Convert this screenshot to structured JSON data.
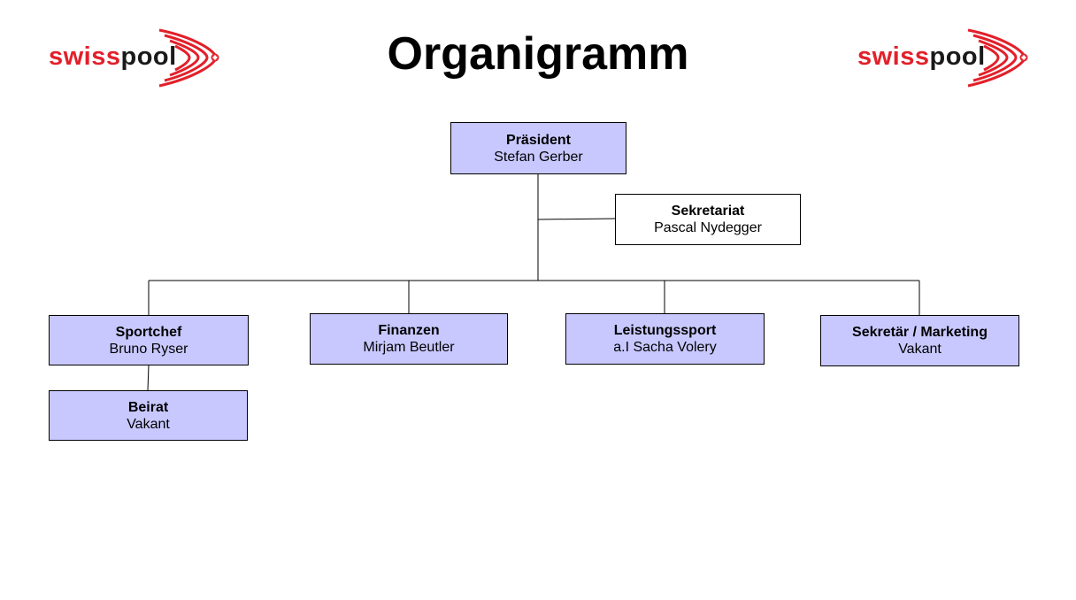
{
  "title": "Organigramm",
  "logo": {
    "text_swiss": "swiss",
    "text_pool": "pool",
    "brand_red": "#e2202a",
    "brand_dark": "#1a1a1a"
  },
  "colors": {
    "box_fill": "#c8c8ff",
    "secretariat_fill": "#ffffff",
    "line": "#000000"
  },
  "nodes": {
    "president": {
      "role": "Präsident",
      "name": "Stefan Gerber"
    },
    "secretariat": {
      "role": "Sekretariat",
      "name": "Pascal Nydegger"
    },
    "sportchef": {
      "role": "Sportchef",
      "name": "Bruno Ryser"
    },
    "finanzen": {
      "role": "Finanzen",
      "name": "Mirjam Beutler"
    },
    "leistungssport": {
      "role": "Leistungssport",
      "name": "a.I Sacha Volery"
    },
    "marketing": {
      "role": "Sekretär / Marketing",
      "name": "Vakant"
    },
    "beirat": {
      "role": "Beirat",
      "name": "Vakant"
    }
  }
}
